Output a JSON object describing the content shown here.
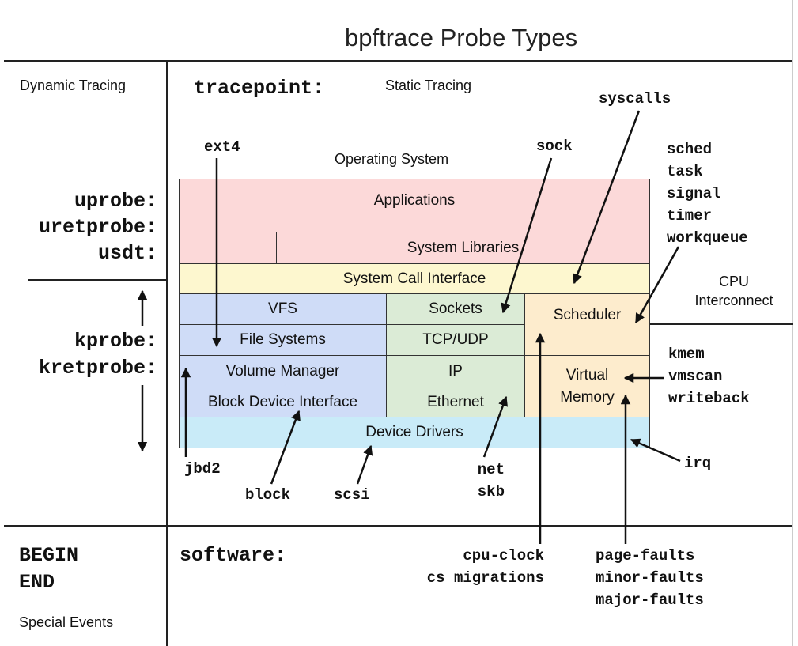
{
  "title": "bpftrace Probe Types",
  "left_column": {
    "dynamic_tracing": "Dynamic Tracing",
    "user_probes": [
      "uprobe:",
      "uretprobe:",
      "usdt:"
    ],
    "kernel_probes": [
      "kprobe:",
      "kretprobe:"
    ],
    "special": [
      "BEGIN",
      "END"
    ],
    "special_events": "Special Events"
  },
  "tracepoint": {
    "label": "tracepoint:",
    "static_tracing": "Static Tracing"
  },
  "os": {
    "label": "Operating System",
    "applications": "Applications",
    "system_libraries": "System Libraries",
    "system_call_interface": "System Call Interface",
    "vfs": "VFS",
    "file_systems": "File Systems",
    "volume_manager": "Volume Manager",
    "block_device_interface": "Block Device Interface",
    "sockets": "Sockets",
    "tcp_udp": "TCP/UDP",
    "ip": "IP",
    "ethernet": "Ethernet",
    "scheduler": "Scheduler",
    "virtual_memory": [
      "Virtual",
      "Memory"
    ],
    "device_drivers": "Device Drivers",
    "cpu_interconnect": [
      "CPU",
      "Interconnect"
    ]
  },
  "probes": {
    "ext4": "ext4",
    "sock": "sock",
    "syscalls": "syscalls",
    "sched_group": [
      "sched",
      "task",
      "signal",
      "timer",
      "workqueue"
    ],
    "kmem_group": [
      "kmem",
      "vmscan",
      "writeback"
    ],
    "irq": "irq",
    "jbd2": "jbd2",
    "block": "block",
    "scsi": "scsi",
    "net_group": [
      "net",
      "skb"
    ]
  },
  "software": {
    "label": "software:",
    "cpu_group": [
      "cpu-clock",
      "cs migrations"
    ],
    "fault_group": [
      "page-faults",
      "minor-faults",
      "major-faults"
    ]
  },
  "colors": {
    "applications": "#fcd9d9",
    "syscall": "#fdf7cf",
    "fs": "#cfdcf7",
    "net": "#dbebd6",
    "sched": "#fdeccd",
    "drivers": "#c9ebf8"
  }
}
